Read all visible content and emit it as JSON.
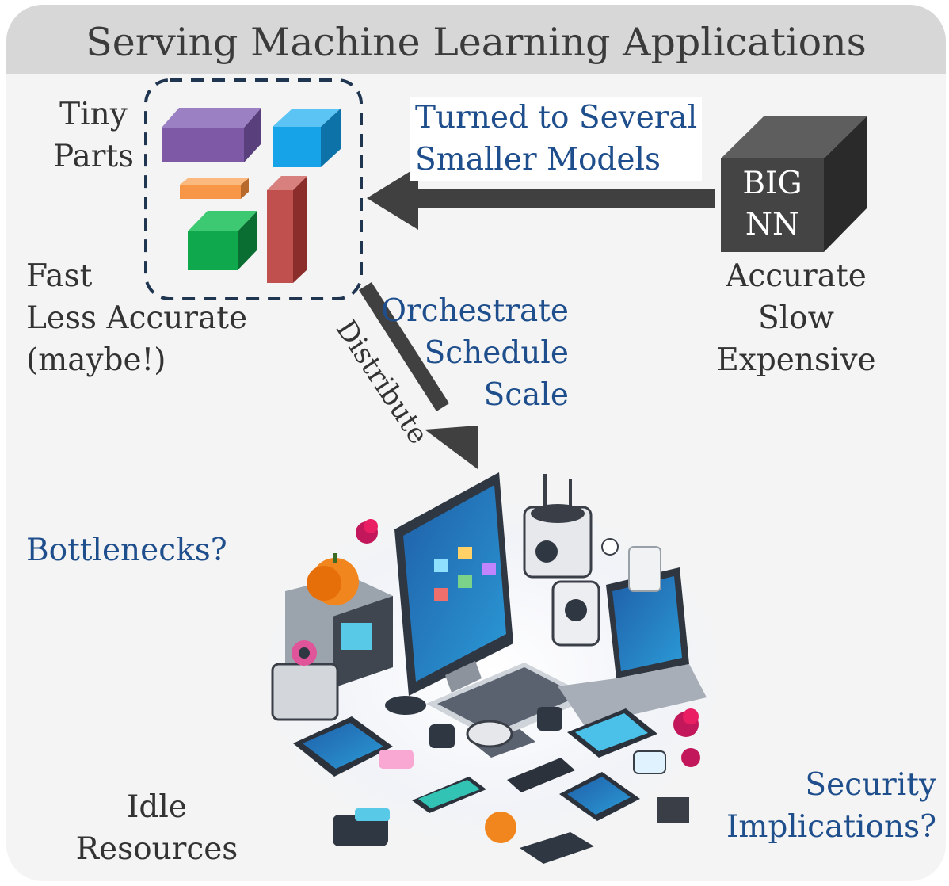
{
  "title": "Serving Machine Learning Applications",
  "small_models": {
    "label_line1": "Tiny",
    "label_line2": "Parts",
    "props_line1": "Fast",
    "props_line2": "Less Accurate",
    "props_line3": "(maybe!)",
    "colors": {
      "purple": "#7e5aa6",
      "blue": "#17a3e8",
      "orange": "#f79646",
      "green": "#0fa84d",
      "red": "#c0504d"
    }
  },
  "big_model": {
    "label_line1": "BIG",
    "label_line2": "NN",
    "props_line1": "Accurate",
    "props_line2": "Slow",
    "props_line3": "Expensive"
  },
  "split_arrow": {
    "label_line1": "Turned to Several",
    "label_line2": "Smaller Models"
  },
  "distribute_arrow": {
    "label": "Distribute",
    "tasks_line1": "Orchestrate",
    "tasks_line2": "Schedule",
    "tasks_line3": "Scale"
  },
  "concerns": {
    "bottlenecks": "Bottlenecks?",
    "idle_line1": "Idle",
    "idle_line2": "Resources",
    "security_line1": "Security",
    "security_line2": "Implications?"
  },
  "colors": {
    "accent_blue": "#1f4e8c",
    "arrow": "#404040",
    "banner": "#d7d7d7"
  }
}
